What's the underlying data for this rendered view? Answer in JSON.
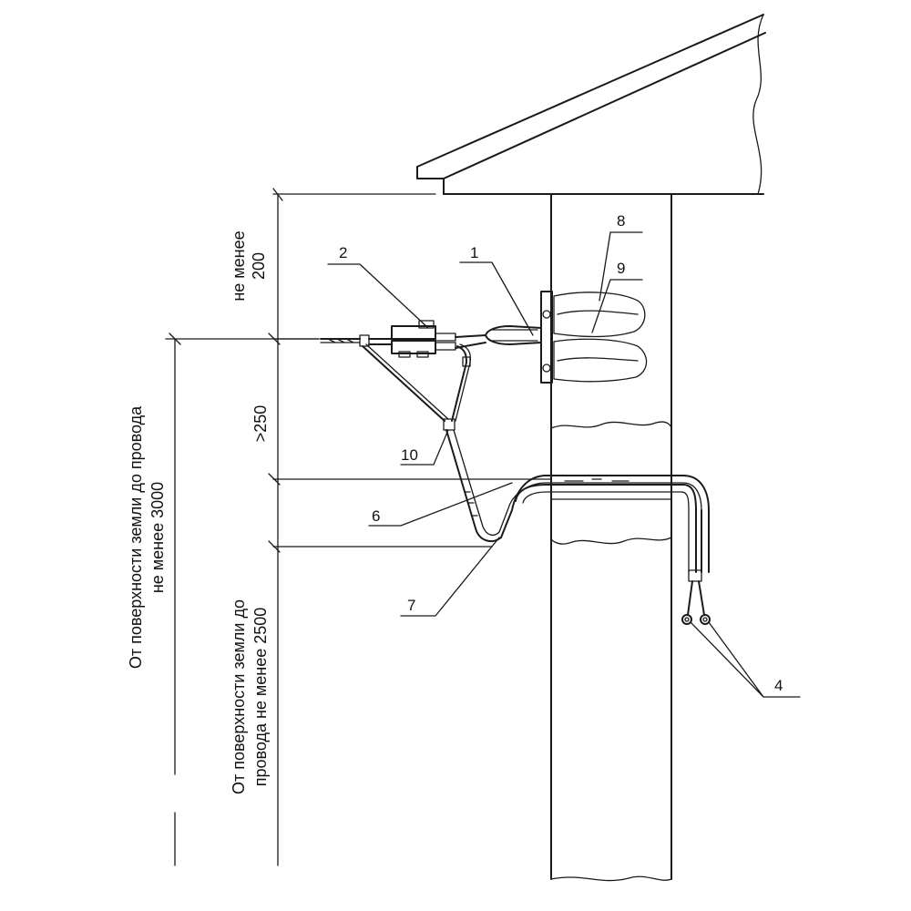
{
  "callouts": {
    "c1": "1",
    "c2": "2",
    "c4": "4",
    "c6": "6",
    "c7": "7",
    "c8": "8",
    "c9": "9",
    "c10": "10"
  },
  "dimensions": {
    "top_gap_line1": "не менее",
    "top_gap_line2": "200",
    "lower_gap": ">250",
    "ground_to_wire_3000_line1": "От поверхности земли до провода",
    "ground_to_wire_3000_line2": "не менее 3000",
    "ground_to_wire_2500_line1": "От поверхности земли до",
    "ground_to_wire_2500_line2": "провода не менее 2500"
  }
}
